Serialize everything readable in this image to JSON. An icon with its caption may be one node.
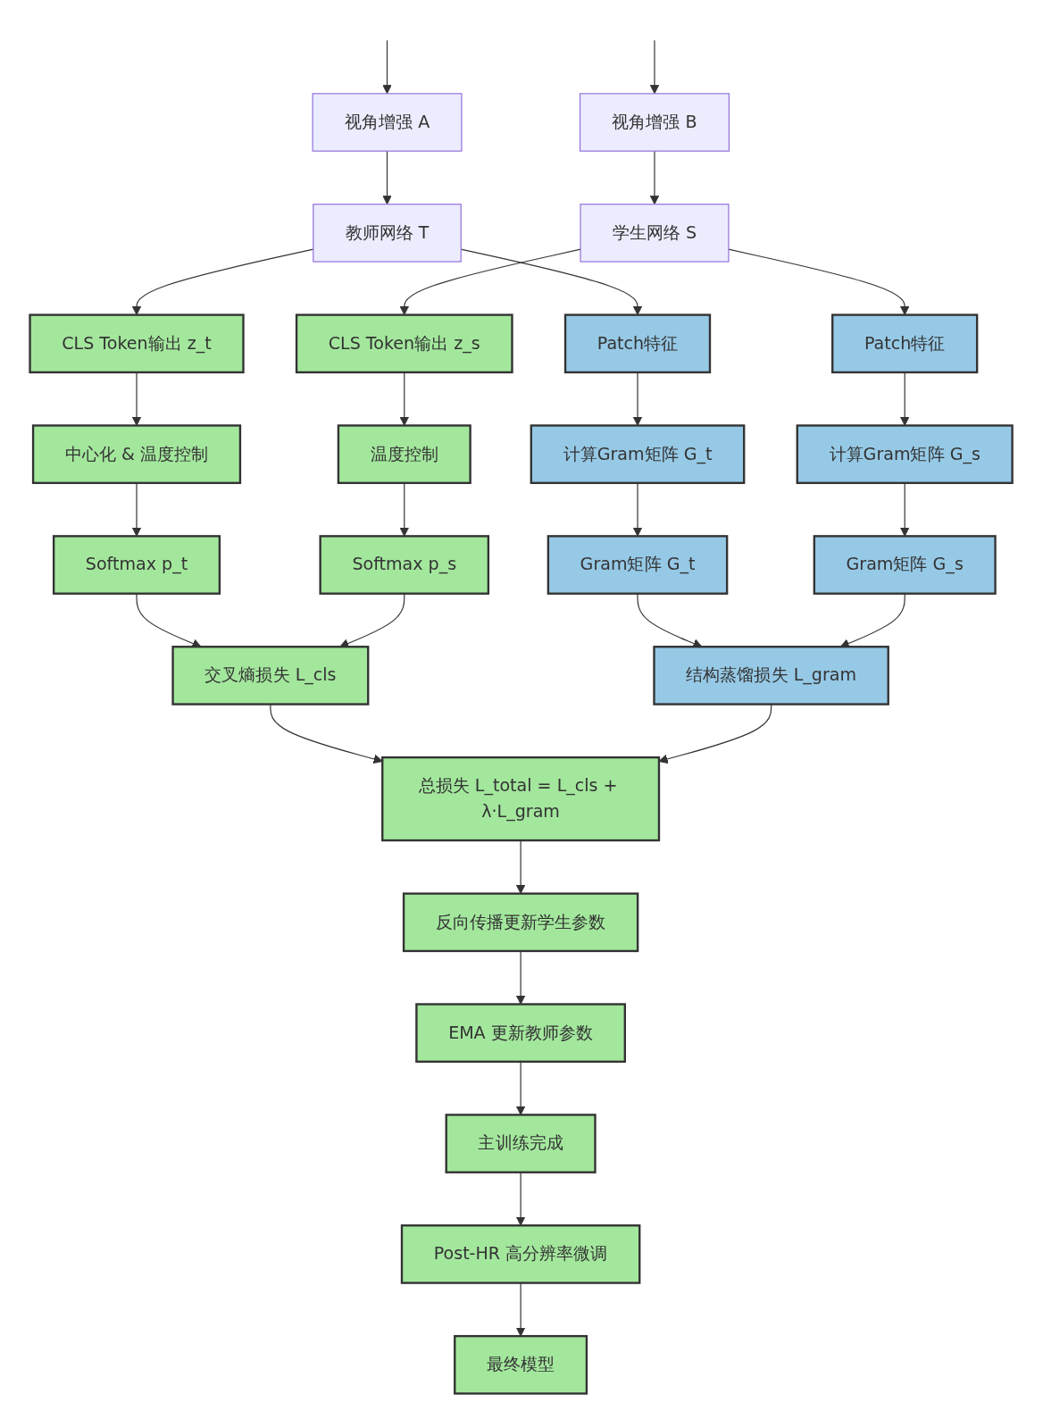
{
  "diagram": {
    "nodes": [
      {
        "text": [
          "视角增强 A"
        ]
      },
      {
        "text": [
          "视角增强 B"
        ]
      },
      {
        "text": [
          "教师网络 T"
        ]
      },
      {
        "text": [
          "学生网络 S"
        ]
      },
      {
        "text": [
          "CLS Token输出 z_t"
        ]
      },
      {
        "text": [
          "CLS Token输出 z_s"
        ]
      },
      {
        "text": [
          "Patch特征"
        ]
      },
      {
        "text": [
          "Patch特征"
        ]
      },
      {
        "text": [
          "中心化 & 温度控制"
        ]
      },
      {
        "text": [
          "温度控制"
        ]
      },
      {
        "text": [
          "计算Gram矩阵 G_t"
        ]
      },
      {
        "text": [
          "计算Gram矩阵 G_s"
        ]
      },
      {
        "text": [
          "Softmax p_t"
        ]
      },
      {
        "text": [
          "Softmax p_s"
        ]
      },
      {
        "text": [
          "Gram矩阵 G_t"
        ]
      },
      {
        "text": [
          "Gram矩阵 G_s"
        ]
      },
      {
        "text": [
          "交叉熵损失 L_cls"
        ]
      },
      {
        "text": [
          "结构蒸馏损失 L_gram"
        ]
      },
      {
        "text": [
          "总损失 L_total = L_cls + λ·L_gram"
        ]
      },
      {
        "text": [
          "反向传播更新学生参数"
        ]
      },
      {
        "text": [
          "EMA 更新教师参数"
        ]
      },
      {
        "text": [
          "主训练完成"
        ]
      },
      {
        "text": [
          "Post-HR 高分辨率微调"
        ]
      },
      {
        "text": [
          "最终模型"
        ]
      }
    ],
    "edges": [
      {
        "from": null,
        "to": 0,
        "arrow": "to"
      },
      {
        "from": null,
        "to": 1,
        "arrow": "to"
      },
      {
        "from": 0,
        "to": 2,
        "arrow": "to"
      },
      {
        "from": 1,
        "to": 3,
        "arrow": "to"
      },
      {
        "from": 2,
        "to": 4,
        "arrow": "to"
      },
      {
        "from": 2,
        "to": 6,
        "arrow": "to"
      },
      {
        "from": 3,
        "to": 5,
        "arrow": "to"
      },
      {
        "from": 3,
        "to": 7,
        "arrow": "to"
      },
      {
        "from": 4,
        "to": 8,
        "arrow": "to"
      },
      {
        "from": 5,
        "to": 9,
        "arrow": "to"
      },
      {
        "from": 6,
        "to": 10,
        "arrow": "to"
      },
      {
        "from": 7,
        "to": 11,
        "arrow": "to"
      },
      {
        "from": 8,
        "to": 12,
        "arrow": "to"
      },
      {
        "from": 9,
        "to": 13,
        "arrow": "to"
      },
      {
        "from": 10,
        "to": 14,
        "arrow": "to"
      },
      {
        "from": 11,
        "to": 15,
        "arrow": "to"
      },
      {
        "from": 12,
        "to": 16,
        "arrow": "to"
      },
      {
        "from": 13,
        "to": 16,
        "arrow": "to"
      },
      {
        "from": 14,
        "to": 17,
        "arrow": "to"
      },
      {
        "from": 15,
        "to": 17,
        "arrow": "to"
      },
      {
        "from": 16,
        "to": 18,
        "arrow": "to"
      },
      {
        "from": 17,
        "to": 18,
        "arrow": "to"
      },
      {
        "from": 18,
        "to": 19,
        "arrow": "to"
      },
      {
        "from": 19,
        "to": 20,
        "arrow": "to"
      },
      {
        "from": 20,
        "to": 21,
        "arrow": "to"
      },
      {
        "from": 21,
        "to": 22,
        "arrow": "to"
      },
      {
        "from": 22,
        "to": 23,
        "arrow": "to"
      }
    ]
  }
}
